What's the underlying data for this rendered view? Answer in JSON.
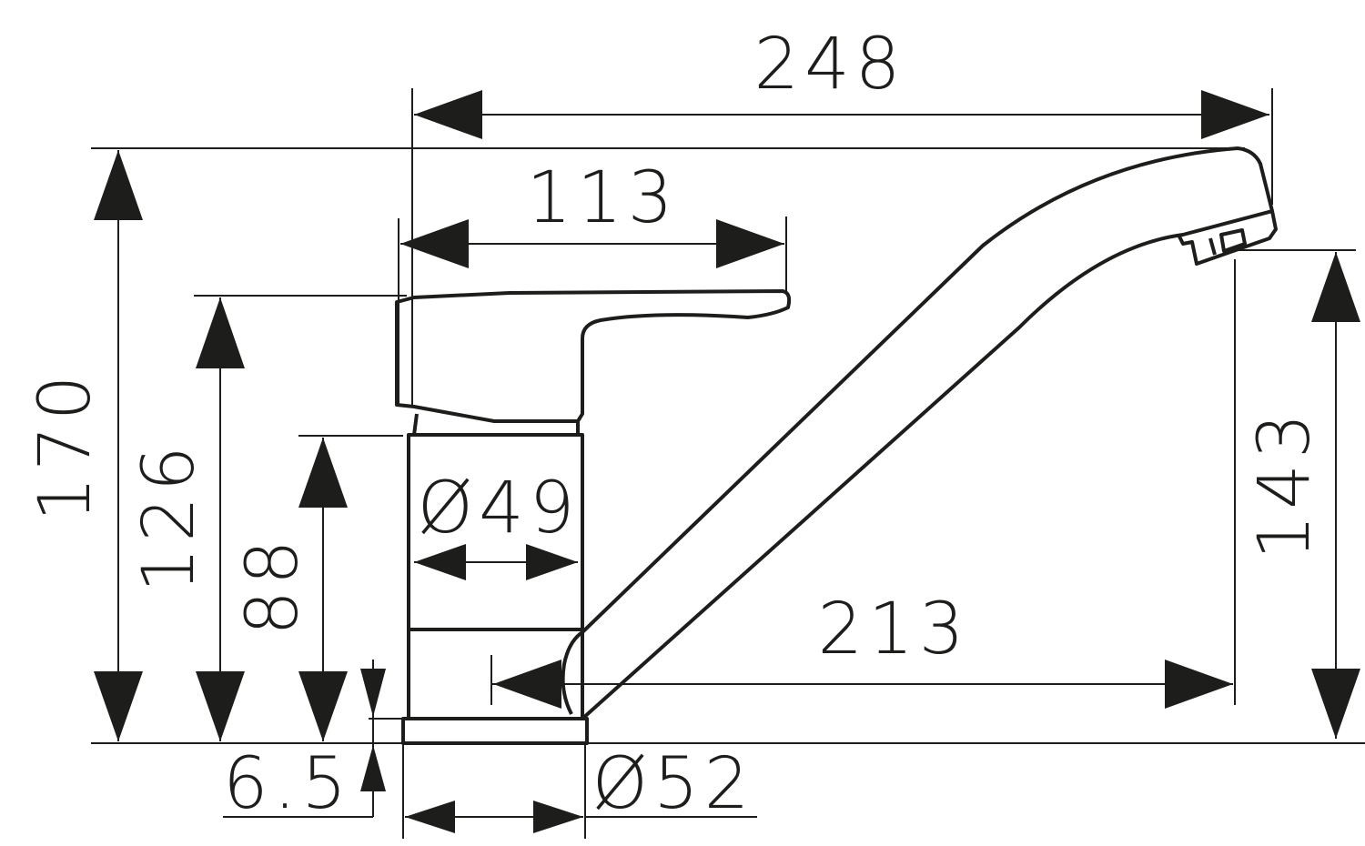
{
  "title": "Single-lever faucet dimension drawing",
  "dimensions": {
    "overall_length": "248",
    "lever_length": "113",
    "total_height": "170",
    "lever_height": "126",
    "body_height": "88",
    "base_height": "6.5",
    "spout_outlet_height": "143",
    "spout_reach": "213",
    "body_diameter": "Ø49",
    "base_diameter": "Ø52"
  },
  "colors": {
    "line": "#1d1d1b",
    "background": "#ffffff"
  }
}
